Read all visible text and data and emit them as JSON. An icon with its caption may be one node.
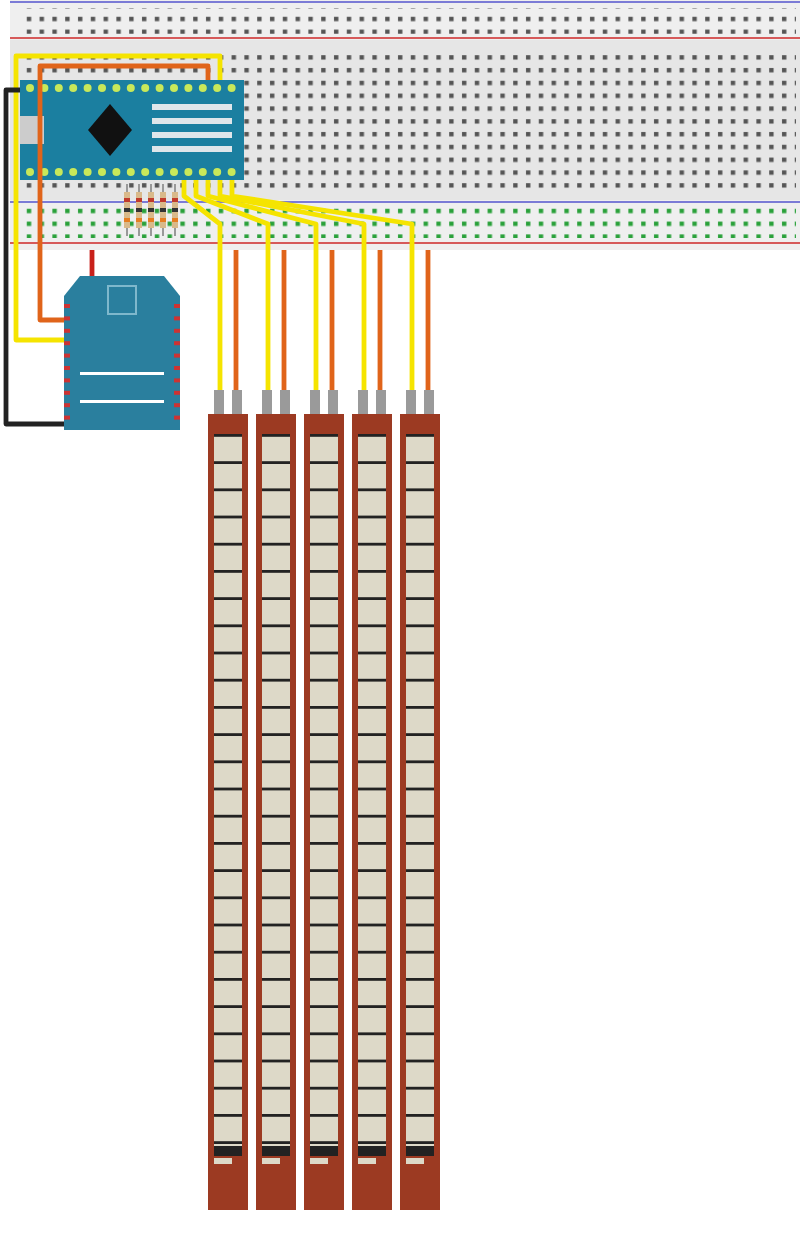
{
  "diagram": {
    "nodes": [
      {
        "text": [],
        "shape": "picture"
      },
      {
        "text": [],
        "shape": "picture",
        "in": 0
      },
      {
        "text": [],
        "shape": "picture"
      },
      {
        "text": [],
        "shape": "bar"
      },
      {
        "text": [],
        "shape": "bar"
      },
      {
        "text": [],
        "shape": "bar"
      },
      {
        "text": [],
        "shape": "bar"
      },
      {
        "text": [],
        "shape": "bar"
      }
    ],
    "edges": [
      {
        "from": 1,
        "to": 2,
        "arrow": "none",
        "color": "#f5e400"
      },
      {
        "from": 1,
        "to": 2,
        "arrow": "none",
        "color": "#e0641a"
      },
      {
        "from": 1,
        "to": 2,
        "arrow": "none",
        "color": "#222222"
      },
      {
        "from": 0,
        "to": 2,
        "arrow": "none",
        "color": "#c8201a"
      },
      {
        "from": 1,
        "to": 3,
        "arrow": "none",
        "color": "#f5e400"
      },
      {
        "from": 0,
        "to": 3,
        "arrow": "none",
        "color": "#e0641a"
      },
      {
        "from": 1,
        "to": 4,
        "arrow": "none",
        "color": "#f5e400"
      },
      {
        "from": 0,
        "to": 4,
        "arrow": "none",
        "color": "#e0641a"
      },
      {
        "from": 1,
        "to": 5,
        "arrow": "none",
        "color": "#f5e400"
      },
      {
        "from": 0,
        "to": 5,
        "arrow": "none",
        "color": "#e0641a"
      },
      {
        "from": 1,
        "to": 6,
        "arrow": "none",
        "color": "#f5e400"
      },
      {
        "from": 0,
        "to": 6,
        "arrow": "none",
        "color": "#e0641a"
      },
      {
        "from": 1,
        "to": 7,
        "arrow": "none",
        "color": "#f5e400"
      },
      {
        "from": 0,
        "to": 7,
        "arrow": "none",
        "color": "#e0641a"
      }
    ]
  }
}
